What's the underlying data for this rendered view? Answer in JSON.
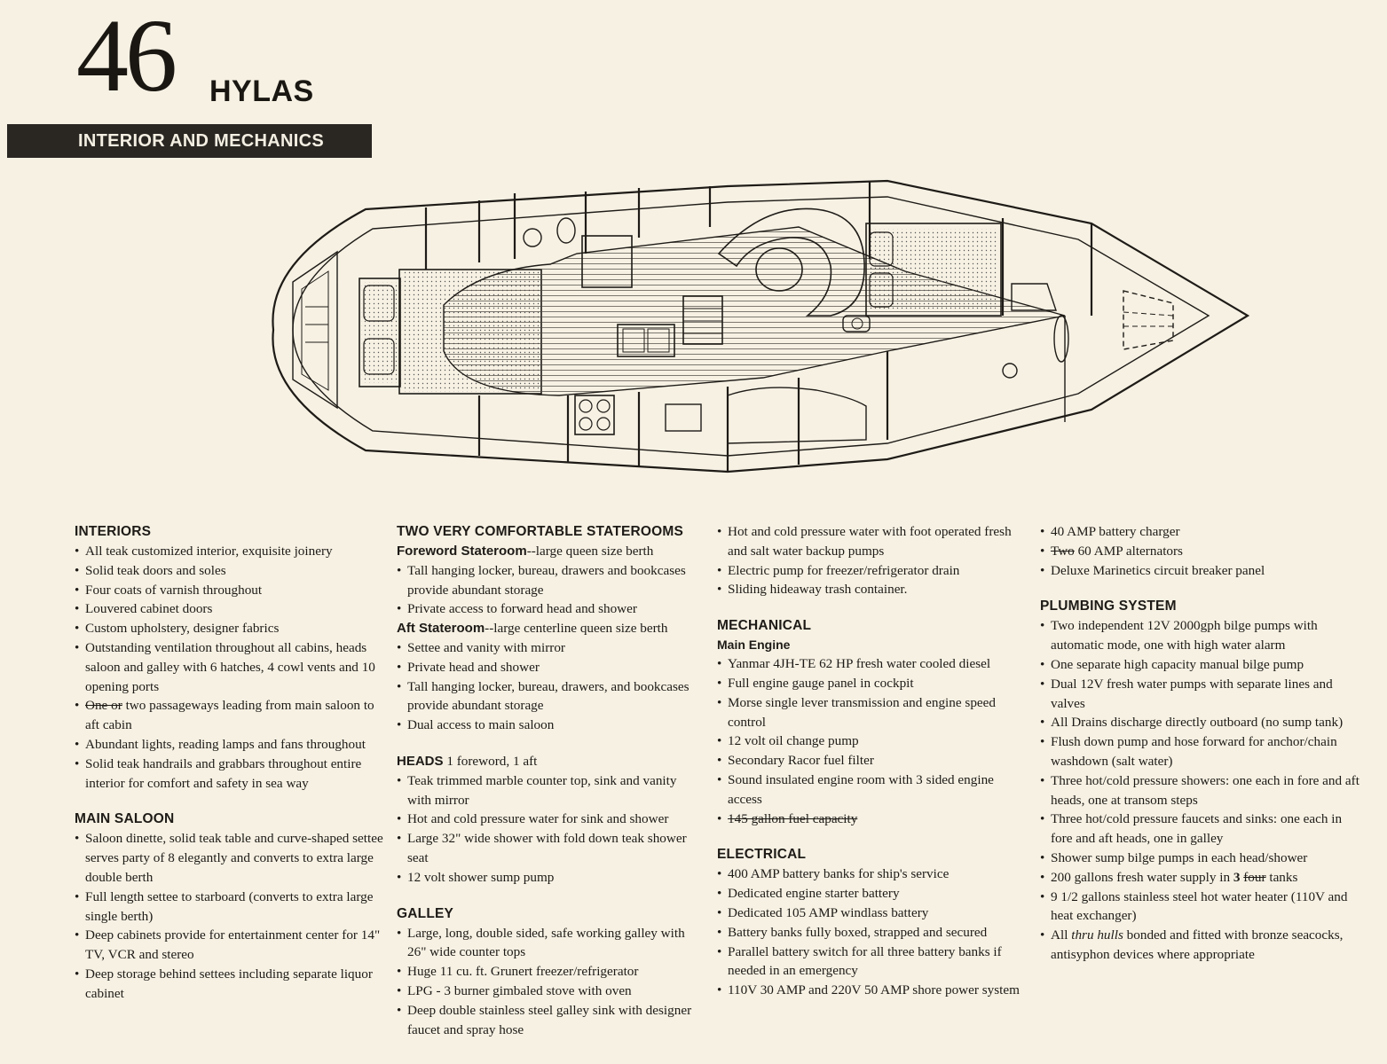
{
  "header": {
    "model_number": "46",
    "brand": "HYLAS",
    "section_title": "INTERIOR AND MECHANICS"
  },
  "interiors": {
    "heading": "INTERIORS",
    "items": [
      "All teak customized interior, exquisite joinery",
      "Solid teak doors and soles",
      "Four coats of varnish throughout",
      "Louvered cabinet doors",
      "Custom upholstery, designer fabrics",
      "Outstanding ventilation throughout all cabins, heads saloon and galley with 6 hatches, 4 cowl vents and 10 opening ports",
      "Abundant lights, reading lamps and fans throughout",
      "Solid teak handrails and grabbars throughout entire interior for comfort and safety in sea way"
    ],
    "passageways_struck": "One or",
    "passageways_text": "two passageways leading from main saloon to aft cabin"
  },
  "main_saloon": {
    "heading": "MAIN SALOON",
    "items": [
      "Saloon dinette, solid teak table and curve-shaped settee serves party of 8 elegantly and converts to extra large double berth",
      "Full length settee to starboard (converts to extra large single berth)",
      "Deep cabinets provide for entertainment center for 14\" TV, VCR and stereo",
      "Deep storage behind settees including separate liquor cabinet"
    ]
  },
  "staterooms": {
    "heading": "TWO VERY COMFORTABLE STATEROOMS",
    "forward_title": "Foreword Stateroom",
    "forward_desc": "--large queen size berth",
    "forward_items": [
      "Tall hanging locker, bureau, drawers and bookcases provide abundant storage",
      "Private access to forward head and shower"
    ],
    "aft_title": "Aft Stateroom",
    "aft_desc": "--large centerline queen size berth",
    "aft_items": [
      "Settee and vanity with mirror",
      "Private head and shower",
      "Tall hanging locker, bureau, drawers, and bookcases provide abundant storage",
      "Dual access to main saloon"
    ]
  },
  "heads": {
    "heading": "HEADS",
    "desc": "1 foreword, 1 aft",
    "items": [
      "Teak trimmed marble counter top, sink and vanity with mirror",
      "Hot and cold pressure water for sink and shower",
      "Large 32\" wide shower with fold down teak shower seat",
      "12 volt shower sump pump"
    ]
  },
  "galley": {
    "heading": "GALLEY",
    "items": [
      "Large, long, double sided, safe working galley with 26\" wide counter tops",
      "Huge 11 cu. ft. Grunert freezer/refrigerator",
      "LPG - 3 burner gimbaled stove with oven",
      "Deep double stainless steel galley sink with designer faucet and spray hose"
    ],
    "continued_items": [
      "Hot and cold pressure water with foot operated fresh and salt water backup pumps",
      "Electric pump for freezer/refrigerator drain",
      "Sliding hideaway trash container."
    ]
  },
  "mechanical": {
    "heading": "MECHANICAL",
    "subheading": "Main Engine",
    "items": [
      "Yanmar 4JH-TE 62 HP fresh water cooled diesel",
      "Full engine gauge panel in cockpit",
      "Morse single lever transmission and engine speed control",
      "12 volt oil change pump",
      "Secondary Racor fuel filter",
      "Sound insulated engine room with 3 sided engine access"
    ],
    "struck_item": "145 gallon fuel capacity"
  },
  "electrical": {
    "heading": "ELECTRICAL",
    "items": [
      "400 AMP battery banks for ship's service",
      "Dedicated engine starter battery",
      "Dedicated 105 AMP windlass battery",
      "Battery banks fully boxed, strapped and secured",
      "Parallel battery switch for all three battery banks if needed in an emergency",
      "110V 30 AMP and 220V 50 AMP shore power system"
    ],
    "continued_charger": "40 AMP battery charger",
    "alternator_struck": "Two",
    "alternator_text": "60 AMP alternators",
    "breaker_panel": "Deluxe Marinetics circuit breaker panel"
  },
  "plumbing": {
    "heading": "PLUMBING SYSTEM",
    "items": [
      "Two independent 12V 2000gph bilge pumps with automatic mode, one with high water alarm",
      "One separate high capacity manual bilge pump",
      "Dual 12V fresh water pumps with separate lines and valves",
      "All Drains discharge directly outboard (no sump tank)",
      "Flush down pump and hose forward for anchor/chain washdown (salt water)",
      "Three hot/cold pressure showers: one each in fore and aft heads, one at transom steps",
      "Three hot/cold pressure faucets and sinks: one each in fore and aft heads, one in galley",
      "Shower sump bilge pumps in each head/shower"
    ],
    "water_pre": "200 gallons fresh water supply in",
    "water_num": "3",
    "water_struck": "four",
    "water_post": "tanks",
    "heater": "9 1/2 gallons stainless steel hot water heater (110V and heat exchanger)",
    "thru_pre": "All",
    "thru_italic": "thru hulls",
    "thru_post": "bonded and fitted with bronze seacocks, antisyphon devices where appropriate"
  }
}
